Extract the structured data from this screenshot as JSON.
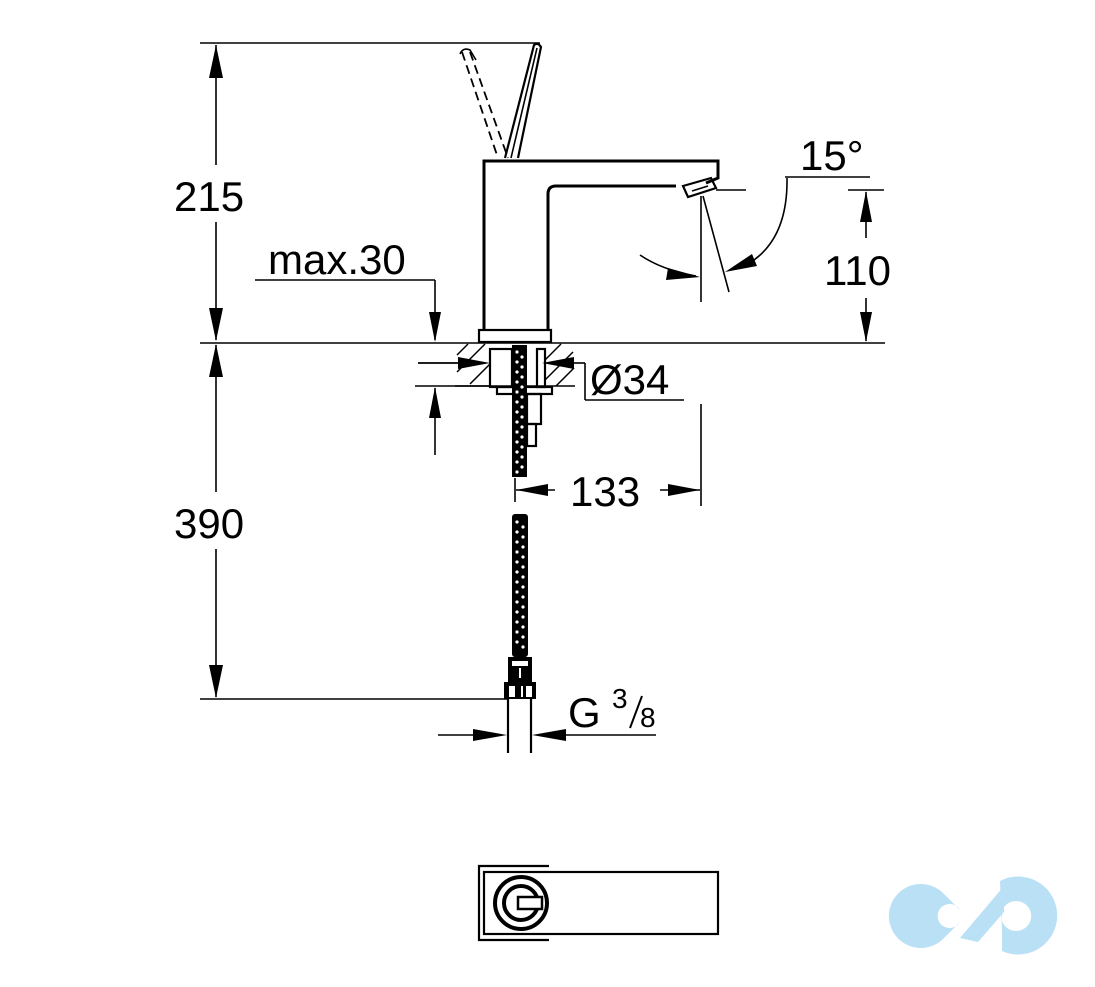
{
  "drawing": {
    "title": "Basin mixer technical drawing",
    "dimensions": {
      "height_total": "215",
      "max_deck_thickness": "max.30",
      "spout_angle": "15°",
      "spout_height": "110",
      "hole_diameter": "Ø34",
      "spout_reach": "133",
      "hose_length": "390",
      "connection_thread_letter": "G",
      "connection_thread_num": "3",
      "connection_thread_den": "8"
    },
    "views": [
      "side-elevation",
      "top-view"
    ]
  },
  "watermark": {
    "name": "logo-watermark",
    "color": "#b9e0f5"
  }
}
